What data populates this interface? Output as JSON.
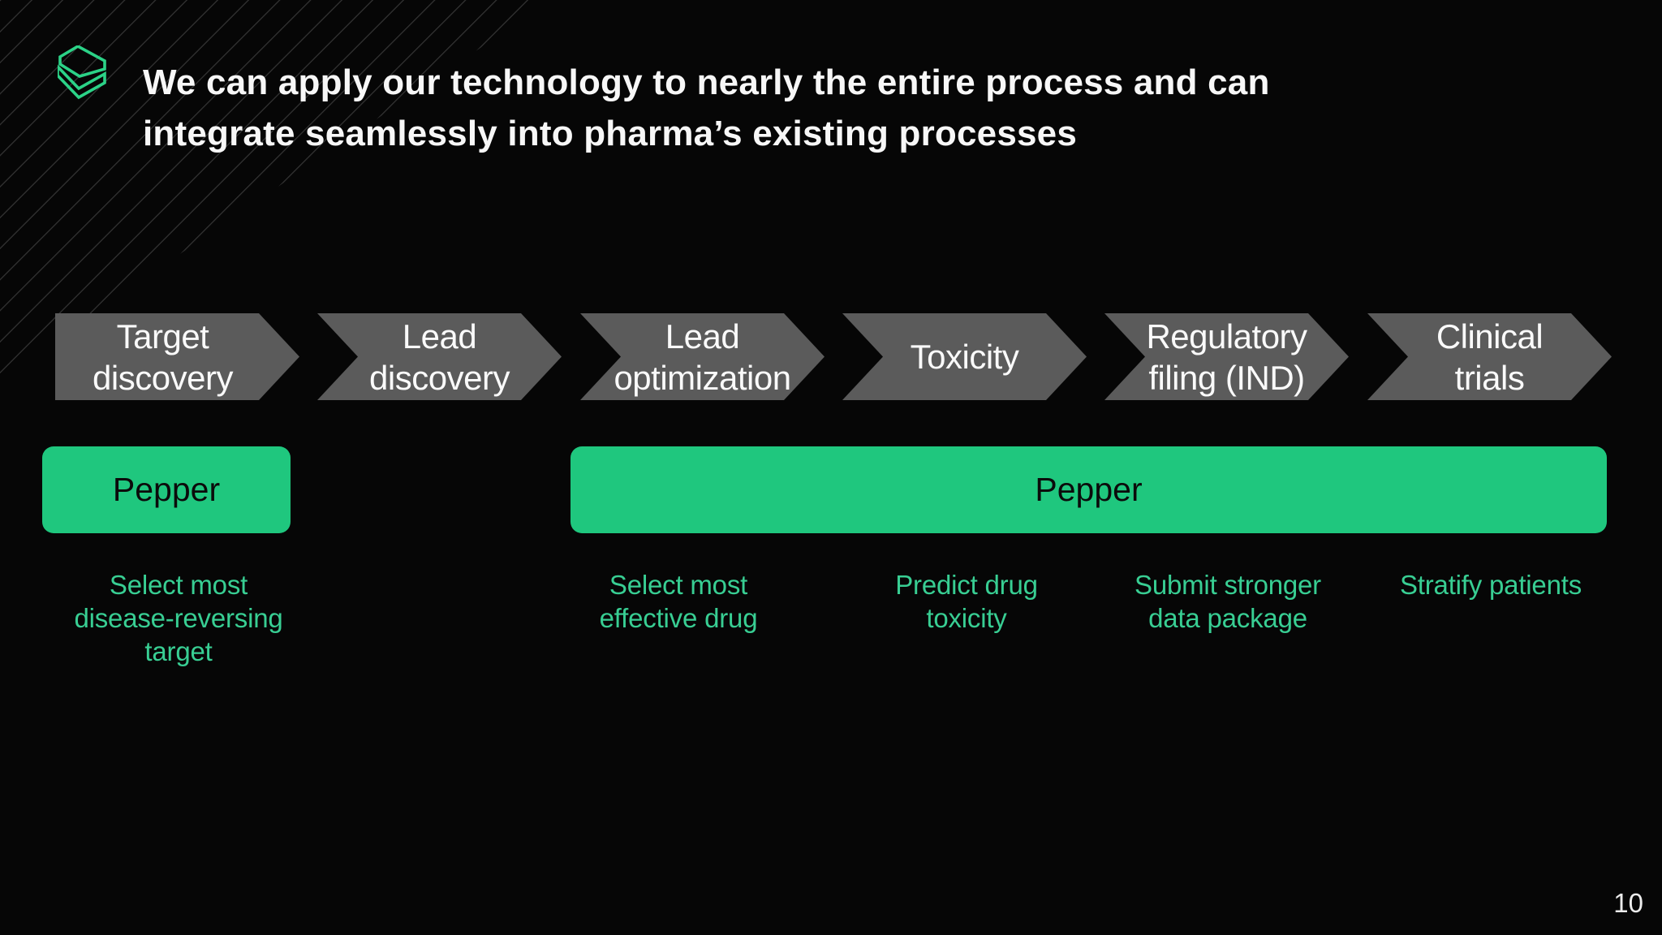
{
  "slide": {
    "title_line1": "We can apply our technology to nearly the entire process and can",
    "title_line2": "integrate seamlessly into pharma’s existing processes",
    "page_number": "10"
  },
  "colors": {
    "background": "#060606",
    "arrow_gray": "#5B5B5B",
    "pepper_green": "#1FC77E",
    "caption_green": "#38CE93",
    "logo_green": "#2BD287",
    "title_white": "#F7F7F7"
  },
  "icons": {
    "logo": "stacked-layers-icon"
  },
  "process": {
    "arrows": [
      {
        "line1": "Target discovery",
        "line2": ""
      },
      {
        "line1": "Lead",
        "line2": "discovery"
      },
      {
        "line1": "Lead",
        "line2": "optimization"
      },
      {
        "line1": "Toxicity",
        "line2": ""
      },
      {
        "line1": "Regulatory",
        "line2": "filing (IND)"
      },
      {
        "line1": "Clinical",
        "line2": "trials"
      }
    ]
  },
  "pepper": {
    "box1_label": "Pepper",
    "box2_label": "Pepper"
  },
  "captions": [
    {
      "line1": "Select most",
      "line2": "disease-reversing",
      "line3": "target"
    },
    {
      "line1": "Select most",
      "line2": "effective drug",
      "line3": ""
    },
    {
      "line1": "Predict drug",
      "line2": "toxicity",
      "line3": ""
    },
    {
      "line1": "Submit stronger",
      "line2": "data package",
      "line3": ""
    },
    {
      "line1": "Stratify patients",
      "line2": "",
      "line3": ""
    }
  ]
}
